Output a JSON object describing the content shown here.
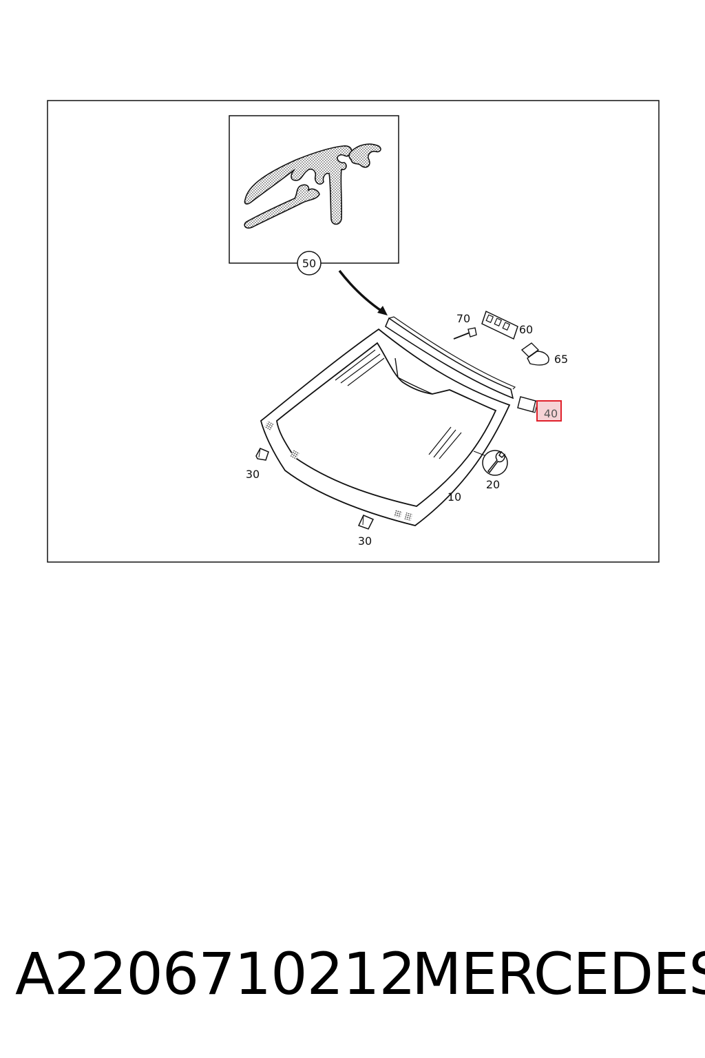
{
  "diagram": {
    "callouts": {
      "c10": "10",
      "c20": "20",
      "c30a": "30",
      "c30b": "30",
      "c40": "40",
      "c50": "50",
      "c60": "60",
      "c65": "65",
      "c70": "70"
    },
    "highlight_color": "#e0202a"
  },
  "caption": {
    "part_number": "A2206710212",
    "brand": "MERCEDES"
  }
}
